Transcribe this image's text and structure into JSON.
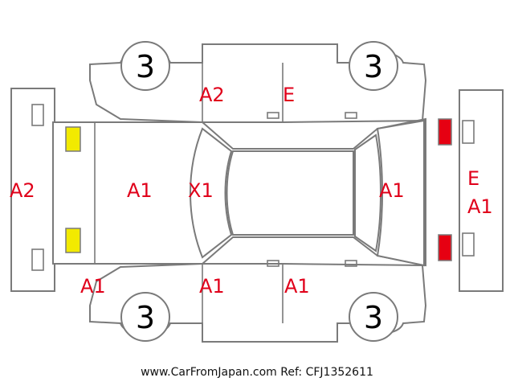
{
  "tires": {
    "front_left": "3",
    "front_right": "3",
    "rear_left": "3",
    "rear_right": "3"
  },
  "damage_codes": {
    "rear_bumper": "A2",
    "rear_left_panel": "A1",
    "rear_left_corner": "A1",
    "roof": "X1",
    "rear_door_left": "A2",
    "front_door_left": "E",
    "rear_door_right": "A1",
    "front_door_right": "A1",
    "hood": "A1",
    "front_bumper_1": "E",
    "front_bumper_2": "A1"
  },
  "lamps": {
    "rear_color": "#f2ea00",
    "front_color": "#e60012"
  },
  "footer": {
    "source": "www.CarFromJapan.com Ref: CFJ1352611"
  }
}
